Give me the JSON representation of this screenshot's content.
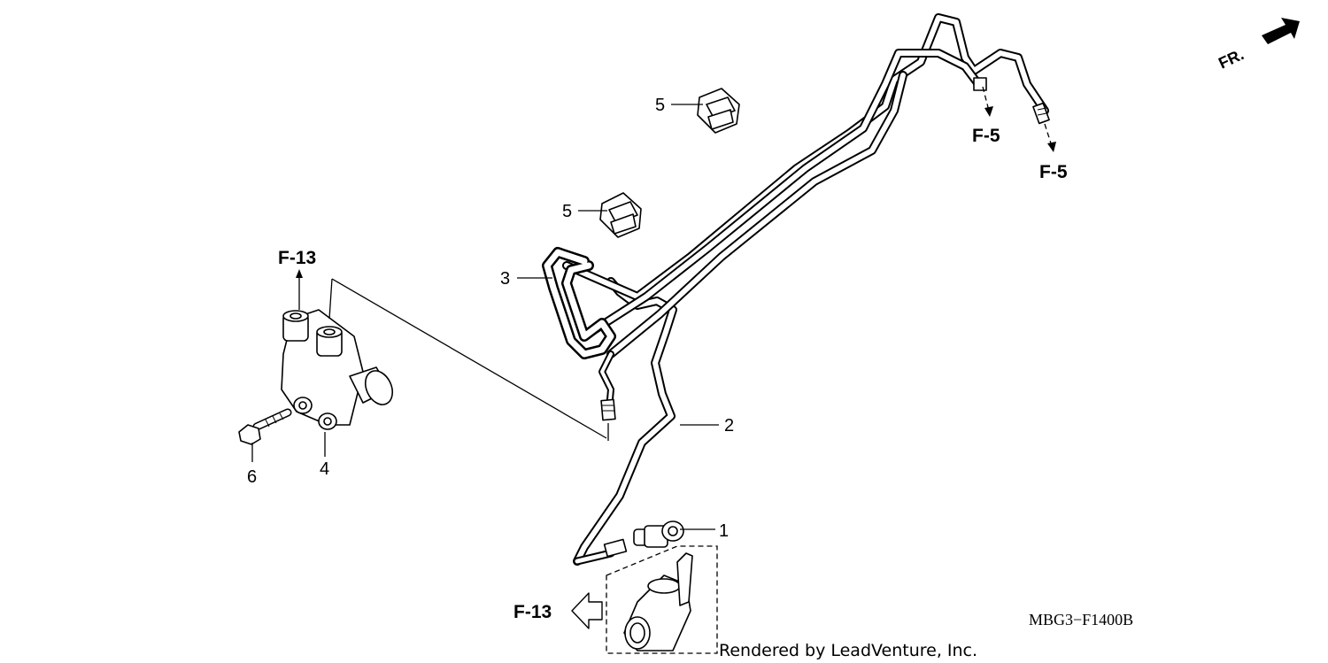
{
  "callouts": [
    {
      "id": "1",
      "text": "1"
    },
    {
      "id": "2",
      "text": "2"
    },
    {
      "id": "3",
      "text": "3"
    },
    {
      "id": "4",
      "text": "4"
    },
    {
      "id": "5a",
      "text": "5"
    },
    {
      "id": "5b",
      "text": "5"
    },
    {
      "id": "6",
      "text": "6"
    }
  ],
  "references": {
    "f13_top": "F-13",
    "f13_bottom": "F-13",
    "f5_left": "F-5",
    "f5_right": "F-5"
  },
  "direction_label": "FR.",
  "diagram_code": "MBG3−F1400B",
  "credit": "Rendered by LeadVenture, Inc."
}
